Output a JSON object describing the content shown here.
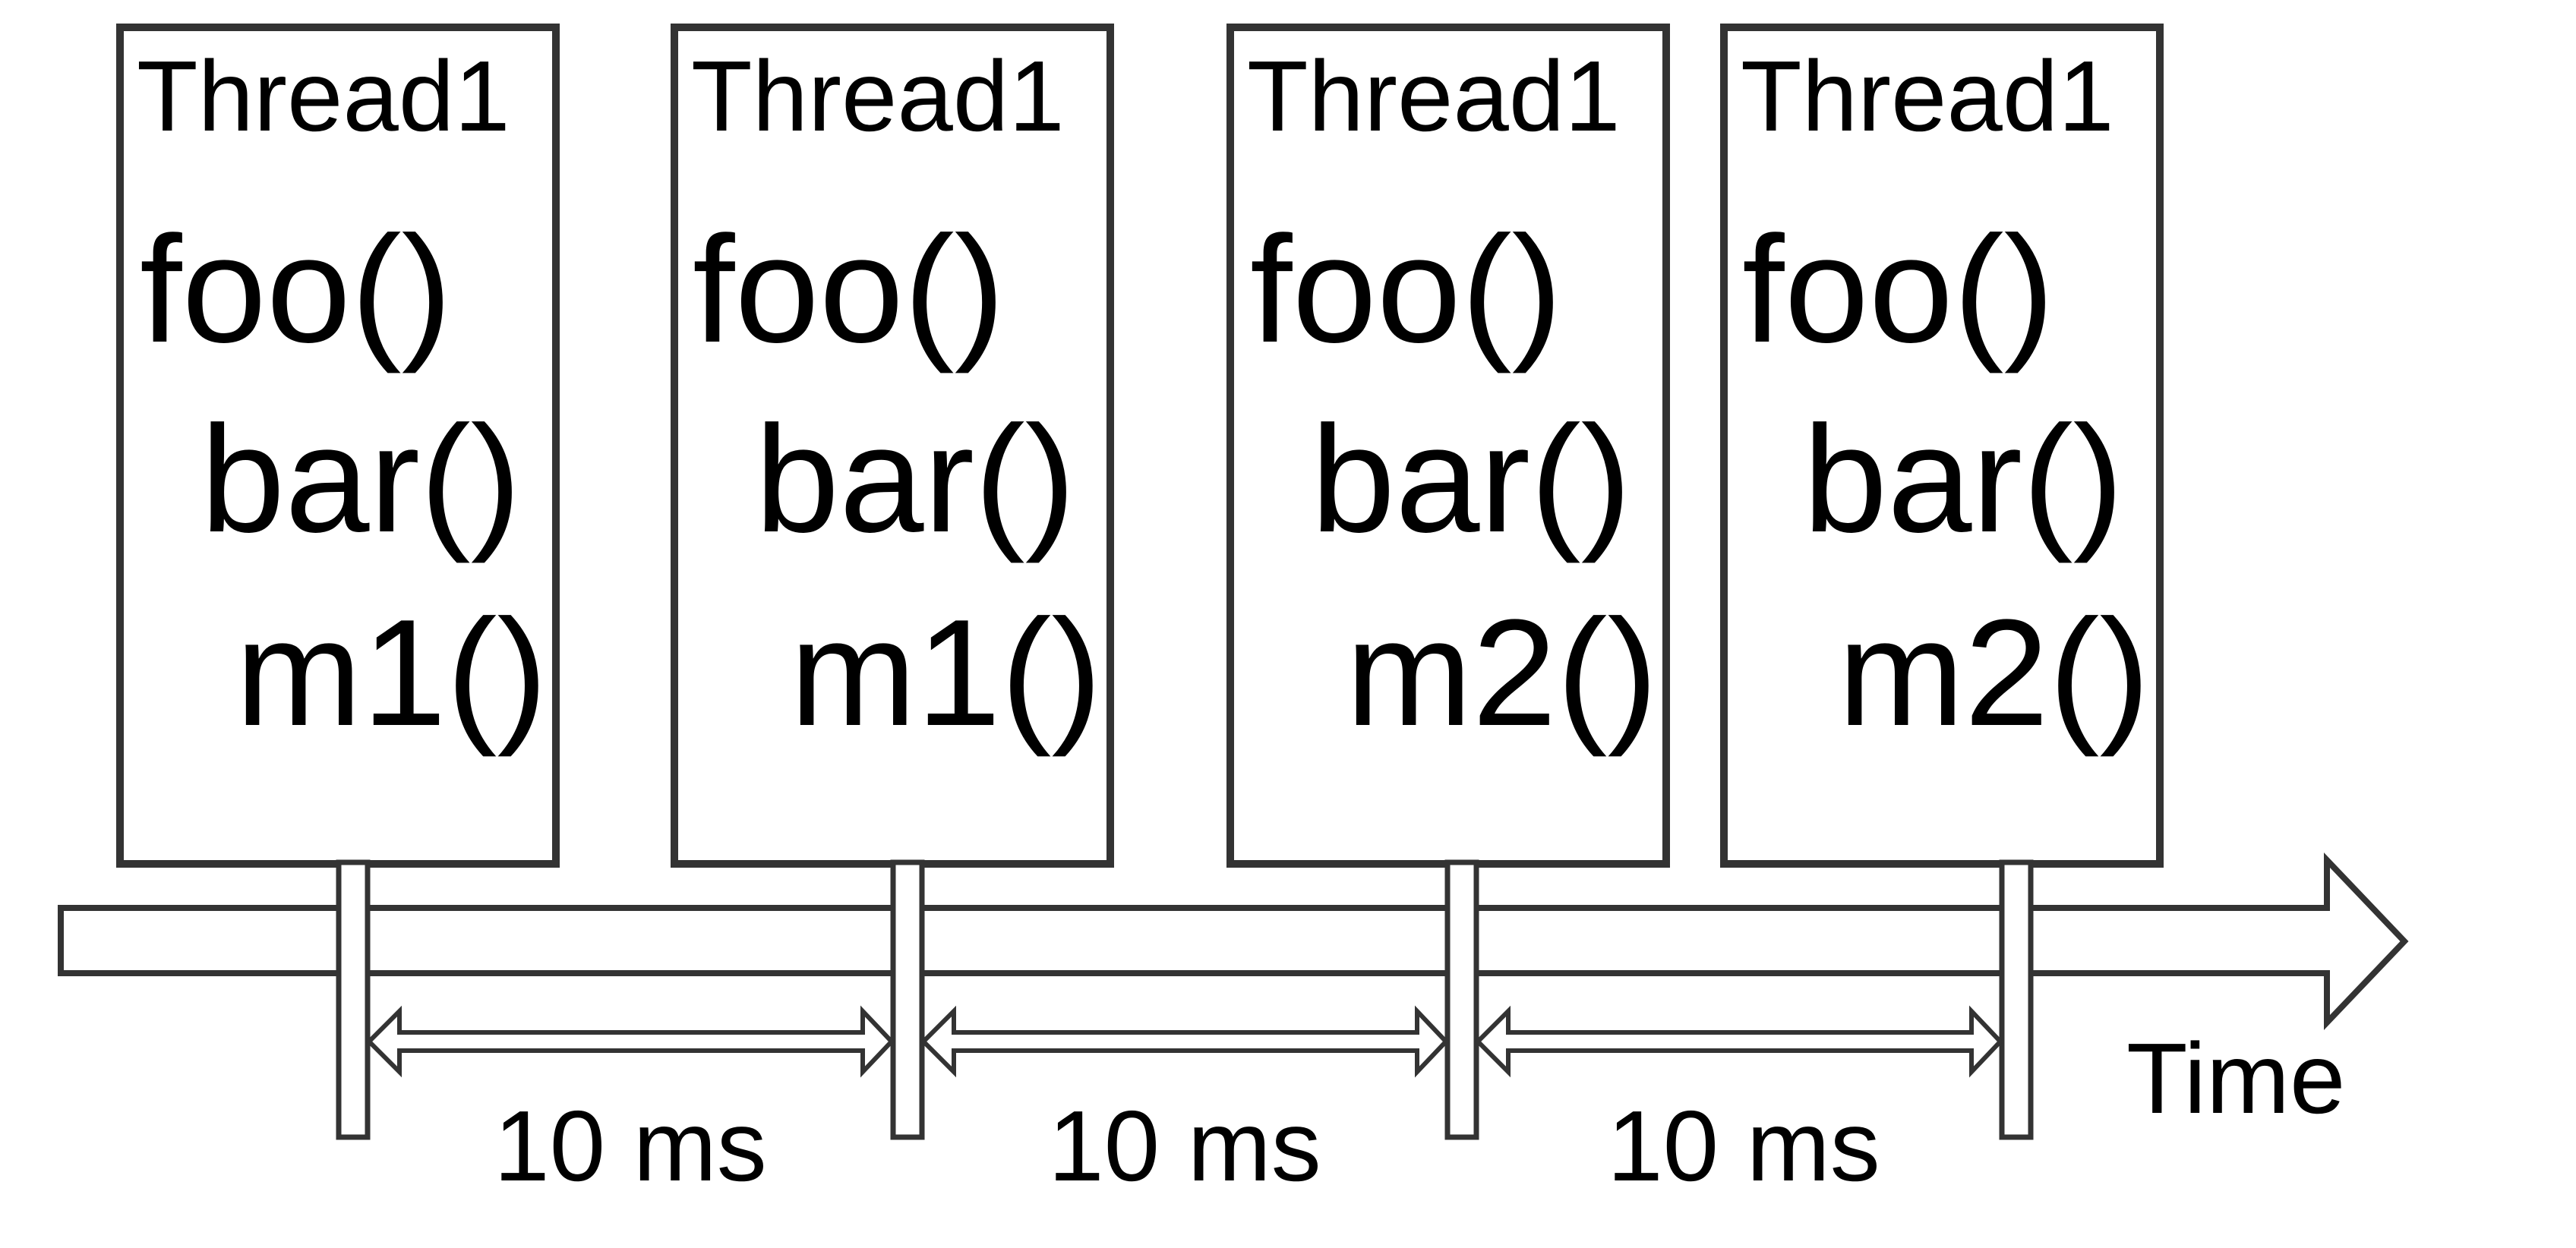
{
  "samples": [
    {
      "thread": "Thread1",
      "frames": [
        "foo()",
        "bar()",
        "m1()"
      ]
    },
    {
      "thread": "Thread1",
      "frames": [
        "foo()",
        "bar()",
        "m1()"
      ]
    },
    {
      "thread": "Thread1",
      "frames": [
        "foo()",
        "bar()",
        "m2()"
      ]
    },
    {
      "thread": "Thread1",
      "frames": [
        "foo()",
        "bar()",
        "m2()"
      ]
    }
  ],
  "intervals": [
    {
      "label": "10 ms"
    },
    {
      "label": "10 ms"
    },
    {
      "label": "10 ms"
    }
  ],
  "axis": {
    "label": "Time"
  },
  "colors": {
    "stroke": "#333333",
    "text": "#000000",
    "background": "#ffffff"
  }
}
